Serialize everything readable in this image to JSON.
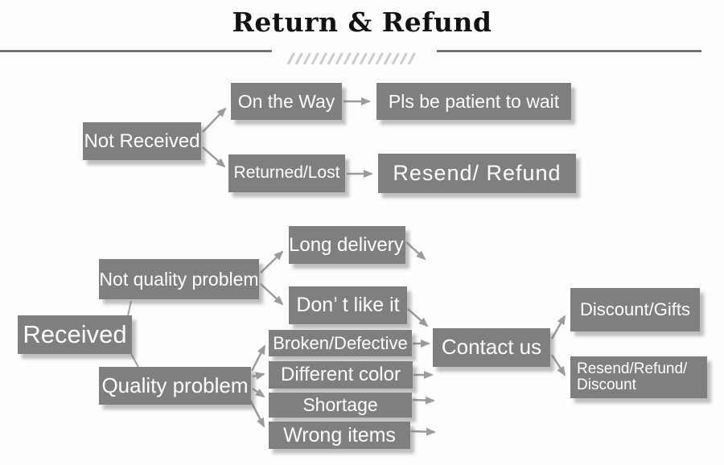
{
  "title": "Return & Refund",
  "colors": {
    "box": "#7f7f7f",
    "box_text": "#ffffff",
    "arrow": "#9b9b9b",
    "rule": "#4f4f4f",
    "hatch": "#cccccc",
    "title_text": "#111111"
  },
  "nodes": {
    "not_received": "Not Received",
    "on_the_way": "On the Way",
    "pls_wait": "Pls be patient to wait",
    "returned_lost": "Returned/Lost",
    "resend_refund": "Resend/ Refund",
    "received": "Received",
    "not_quality": "Not quality problem",
    "long_delivery": "Long delivery",
    "dont_like": "Don’ t like it",
    "quality": "Quality problem",
    "broken": "Broken/Defective",
    "diff_color": "Different color",
    "shortage": "Shortage",
    "wrong_items": "Wrong items",
    "contact": "Contact us",
    "discount_gifts": "Discount/Gifts",
    "resend_refund_discount": "Resend/Refund/\nDiscount"
  }
}
